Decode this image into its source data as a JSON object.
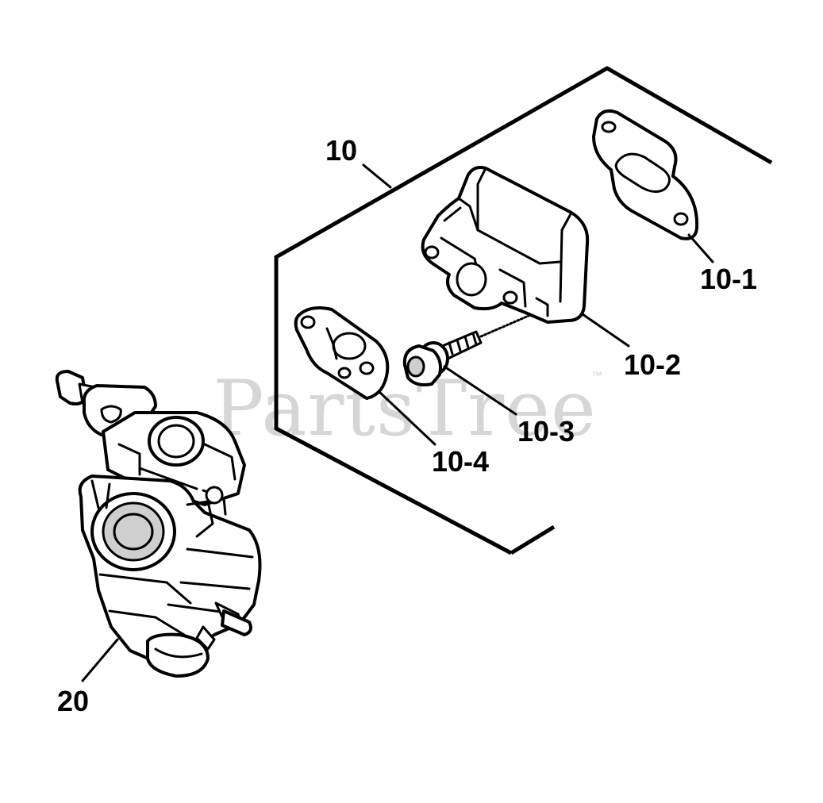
{
  "watermark": {
    "brand": "PartsTree",
    "trademark": "™"
  },
  "callouts": {
    "assembly_10": "10",
    "gasket_10_1": "10-1",
    "insulator_10_2": "10-2",
    "bolt_10_3": "10-3",
    "gasket_10_4": "10-4",
    "carburetor_20": "20"
  },
  "colors": {
    "line": "#000000",
    "background": "#ffffff",
    "watermark": "#d6d6d6"
  }
}
